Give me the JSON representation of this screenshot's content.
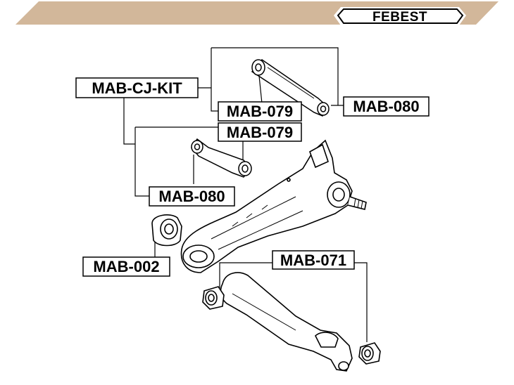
{
  "brand": {
    "logo_text": "FEBEST",
    "banner_color": "#d2b79a"
  },
  "labels": {
    "kit": "MAB-CJ-KIT",
    "top_079": "MAB-079",
    "top_080": "MAB-080",
    "mid_079": "MAB-079",
    "mid_080": "MAB-080",
    "bushing_002": "MAB-002",
    "arm_071": "MAB-071"
  },
  "icons": {
    "upper_link": "control-link-icon",
    "small_link": "control-link-icon",
    "trailing_arm": "trailing-arm-icon",
    "lower_arm": "lower-control-arm-icon",
    "bushing": "bushing-icon"
  }
}
